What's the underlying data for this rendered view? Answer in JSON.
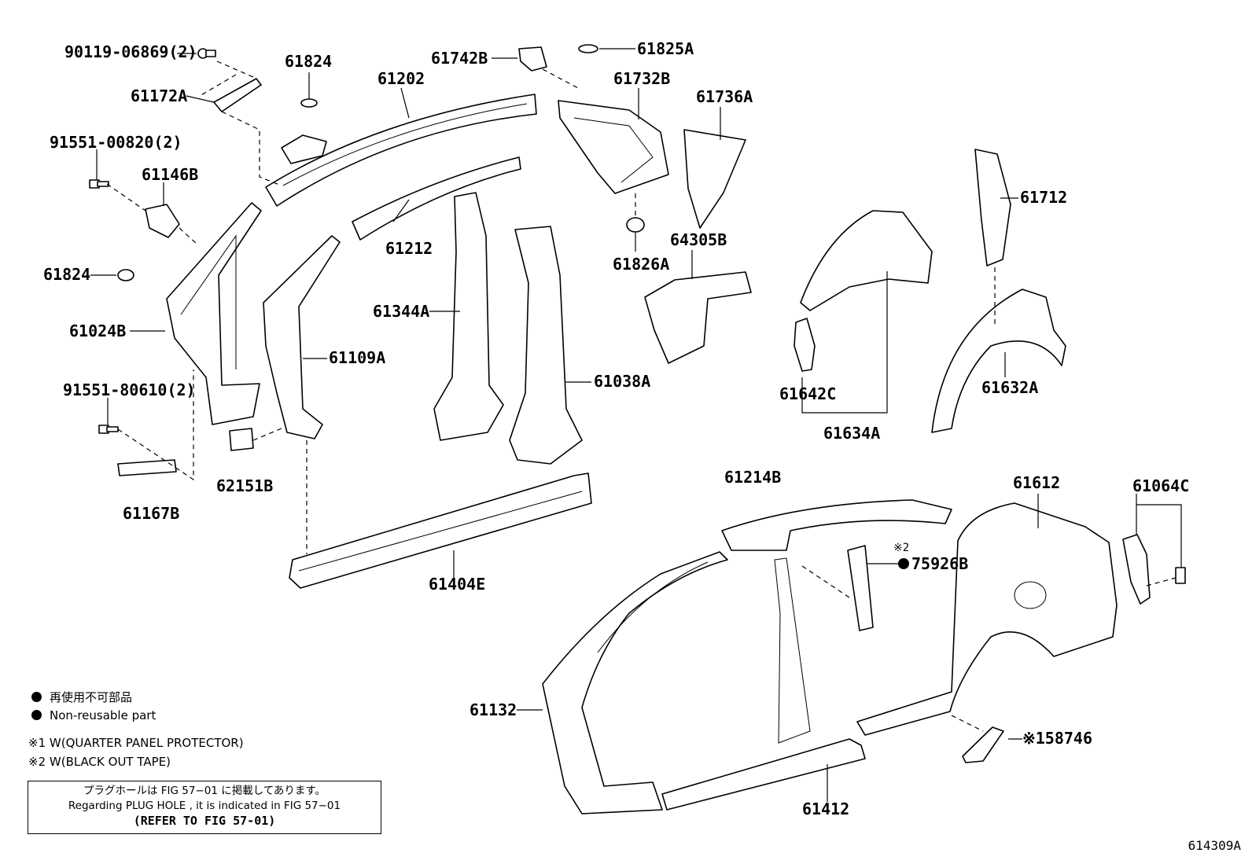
{
  "parts": {
    "p90119": "90119-06869(2)",
    "p61172A": "61172A",
    "p61824_top": "61824",
    "p61202": "61202",
    "p61742B": "61742B",
    "p61825A": "61825A",
    "p61732B": "61732B",
    "p61736A": "61736A",
    "p91551_00820": "91551-00820(2)",
    "p61146B": "61146B",
    "p61212": "61212",
    "p61826A": "61826A",
    "p64305B": "64305B",
    "p61712": "61712",
    "p61824_left": "61824",
    "p61344A": "61344A",
    "p61024B": "61024B",
    "p61109A": "61109A",
    "p61038A": "61038A",
    "p61642C": "61642C",
    "p61632A": "61632A",
    "p61634A": "61634A",
    "p91551_80610": "91551-80610(2)",
    "p62151B": "62151B",
    "p61167B": "61167B",
    "p61214B": "61214B",
    "p61612": "61612",
    "p61064C": "61064C",
    "p75926B": "75926B",
    "p75926B_mark": "※2",
    "p61404E": "61404E",
    "p61132": "61132",
    "p158746": "※158746",
    "p61412": "61412"
  },
  "legend": {
    "jp": "再使用不可部品",
    "en": "Non-reusable part",
    "note1": "※1 W(QUARTER PANEL PROTECTOR)",
    "note2": "※2 W(BLACK OUT TAPE)"
  },
  "notebox": {
    "line1": "プラグホールは FIG 57−01 に掲載してあります。",
    "line2": "Regarding  PLUG  HOLE , it is indicated in FIG  57−01",
    "line3": "(REFER TO FIG 57-01)"
  },
  "figure_id": "614309A"
}
